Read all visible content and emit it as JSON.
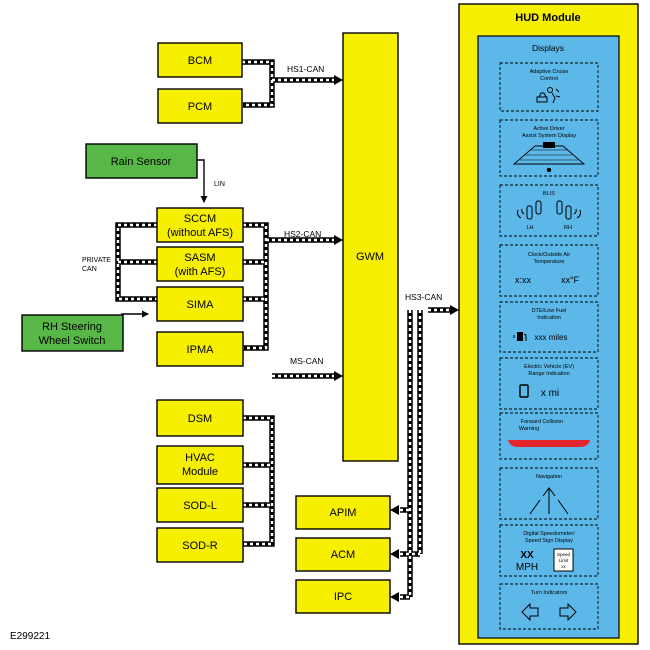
{
  "modules": {
    "bcm": "BCM",
    "pcm": "PCM",
    "rain_sensor": "Rain Sensor",
    "sccm_l1": "SCCM",
    "sccm_l2": "(without AFS)",
    "sasm_l1": "SASM",
    "sasm_l2": "(with AFS)",
    "sima": "SIMA",
    "ipma": "IPMA",
    "rh_l1": "RH Steering",
    "rh_l2": "Wheel Switch",
    "gwm": "GWM",
    "dsm": "DSM",
    "hvac_l1": "HVAC",
    "hvac_l2": "Module",
    "sodl": "SOD-L",
    "sodr": "SOD-R",
    "apim": "APIM",
    "acm": "ACM",
    "ipc": "IPC"
  },
  "buses": {
    "hs1": "HS1-CAN",
    "hs2": "HS2-CAN",
    "hs3": "HS3-CAN",
    "ms": "MS-CAN",
    "lin": "LIN",
    "private_l1": "PRIVATE",
    "private_l2": "CAN"
  },
  "hud": {
    "title": "HUD Module",
    "displays_title": "Displays",
    "items": {
      "acc_l1": "Adaptive Cruise",
      "acc_l2": "Control",
      "adas_l1": "Active Driver",
      "adas_l2": "Assist System Display",
      "blis": "BLIS",
      "lh": "LH",
      "rh": "RH",
      "clock_l1": "Clock/Outside Air",
      "clock_l2": "Temperature",
      "clock_time": "x:xx",
      "clock_temp": "xx°F",
      "dte_l1": "DTE/Low Fuel",
      "dte_l2": "Indication",
      "dte_val": "xxx miles",
      "ev_l1": "Electric Vehicle (EV)",
      "ev_l2": "Range Indication",
      "ev_val": "x mi",
      "fcw_l1": "Forward Collision",
      "fcw_l2": "Warning",
      "nav": "Navigation",
      "speed_l1": "Digital Speedometer/",
      "speed_l2": "Speed Sign Display",
      "speed_val": "XX",
      "speed_unit": "MPH",
      "limit_l1": "Speed",
      "limit_l2": "Limit",
      "limit_l3": "xx",
      "turn": "Turn Indicators"
    }
  },
  "figure_id": "E299221"
}
